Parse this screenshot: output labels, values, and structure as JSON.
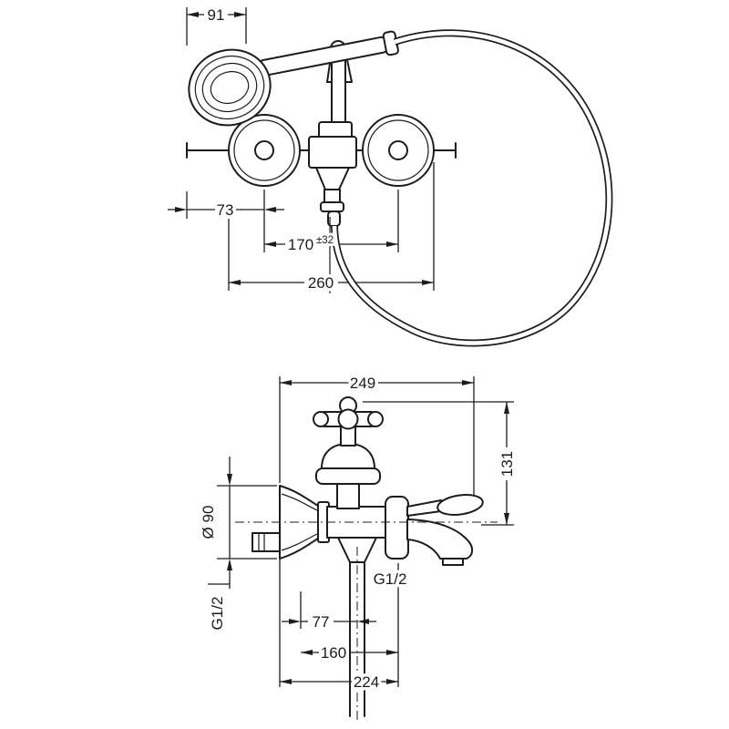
{
  "drawing": {
    "front_view": {
      "dim_hand_shower_width": "91",
      "dim_hand_shower_offset": "73",
      "dim_connection_centers": "170",
      "dim_connection_tolerance": "±32",
      "dim_overall_width": "260"
    },
    "side_view": {
      "dim_total_projection": "249",
      "dim_height": "131",
      "dim_escutcheon_diameter": "Ø 90",
      "dim_wall_connection_thread": "G1/2",
      "dim_outlet_thread": "G1/2",
      "dim_pipe_offset": "77",
      "dim_spout_reach": "160",
      "dim_overall_depth": "224"
    }
  },
  "colors": {
    "line": "#1c1c1c",
    "background": "#ffffff"
  }
}
